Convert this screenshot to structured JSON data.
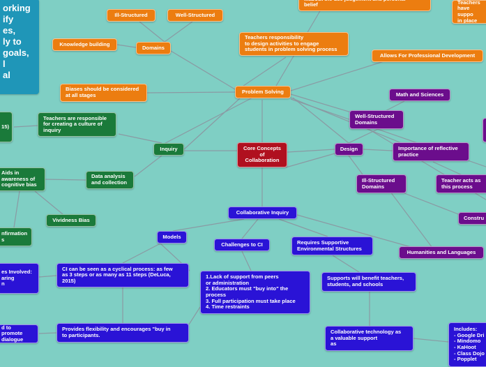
{
  "colors": {
    "background": "#7fcfc4",
    "edge": "#8a9aa3",
    "orange": "#ec7d10",
    "green": "#1a7a3a",
    "purple": "#6b0d8c",
    "blue": "#2a13d6",
    "red": "#b0101f",
    "teal": "#1f96b8"
  },
  "nodes": {
    "intro": "orking\nify\nes,\nly to\ngoals,\nl\nal",
    "core": "Core Concepts\nof\nCollaboration",
    "problem_solving": "Problem Solving",
    "ill_structured_top": "Ill-Structured",
    "well_structured_top": "Well-Structured",
    "knowledge_building": "Knowledge building",
    "domains_top": "Domains",
    "teachers_responsibility": "Teachers responsibility\nto design activities to engage\nstudents in problem solving process",
    "judgement_belief": "...about the use judgement and personal\nbelief",
    "teachers_place": "Teachers\nhave suppo\nin place",
    "professional_development": "Allows For Professional Development",
    "biases": "Biases should be considered\nat all stages",
    "culture_of_inquiry": "Teachers are responsible\nfor creating a culture of\ninquiry",
    "inquiry": "Inquiry",
    "left_year": "15)",
    "aids_in": "Aids in\nawareness of\ncognitive bias",
    "data_analysis": "Data analysis\nand collection",
    "vividness_bias": "Vividness Bias",
    "confirmation": "nfirmation\ns",
    "design": "Design",
    "math_science": "Math and Sciences",
    "well_structured_domains": "Well-Structured\nDomains",
    "reflective_practice": "Importance of reflective\npractice",
    "ill_structured_domains": "Ill-Structured\nDomains",
    "teacher_acts": "Teacher acts as\nthis process",
    "constru": "Constru",
    "humanities": "Humanities and Languages",
    "collaborative_inquiry": "Collaborative Inquiry",
    "models": "Models",
    "challenges": "Challenges to CI",
    "environmental_structures": "Requires Supportive\nEnvironmental Structures",
    "cyclical_process": "CI can be seen as a cyclical process: as few\nas 3 steps or as many as 11 steps (DeLuca,\n2015)",
    "challenges_list": "1.Lack of support from peers\nor administration\n2. Educators must \"buy into\" the\nprocess\n3. Full participation must take place\n4. Time restraints",
    "supports_benefit": "Supports will benefit teachers,\nstudents, and schools",
    "stages_involved": "es Involved:\naring\nn",
    "flexibility": "Provides flexibility and encourages \"buy in\nto participants.",
    "promote_dialogue": "d to promote\ndialogue",
    "collab_technology": "Collaborative technology as\na valuable support\nas",
    "includes": "Includes:\n- Google Dri\n- Mindomo\n- KaHoot\n- Class Dojo\n- Popplet"
  }
}
